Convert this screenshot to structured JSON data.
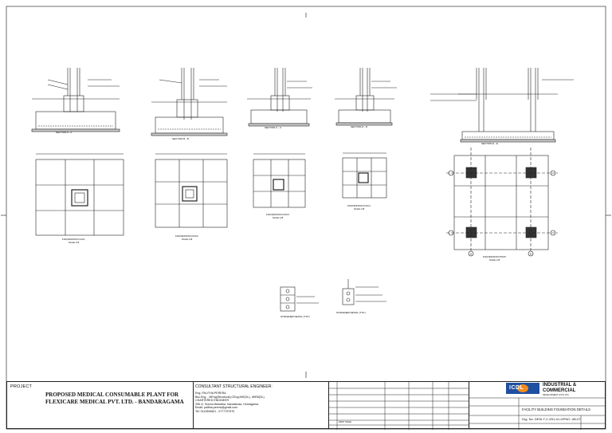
{
  "drawing": {
    "sections": [
      {
        "label": "SECTION A - A"
      },
      {
        "label": "SECTION B - B"
      },
      {
        "label": "SECTION C - C"
      },
      {
        "label": "SECTION D - D"
      },
      {
        "label": "SECTION E - E"
      }
    ],
    "plans": [
      {
        "label": "FOUNDATION F1/C1",
        "scale": "SCALE 1:25"
      },
      {
        "label": "FOUNDATION F2/C2",
        "scale": "SCALE 1:25"
      },
      {
        "label": "FOUNDATION F3/C3",
        "scale": "SCALE 1:25"
      },
      {
        "label": "FOUNDATION F4/C4",
        "scale": "SCALE 1:25"
      },
      {
        "label": "FOUNDATION F5/C5",
        "scale": "SCALE 1:25"
      }
    ],
    "details": [
      {
        "label": "STIFFENER DETAIL (TYP.)"
      },
      {
        "label": "STIFFENER DETAIL (TYP.)"
      }
    ]
  },
  "title_block": {
    "project_label": "PROJECT",
    "project_name_line1": "PROPOSED MEDICAL CONSUMABLE PLANT FOR",
    "project_name_line2": "FLEXICARE MEDICAL PVT. LTD. - BANDARAGAMA",
    "consultant_title": "CONSULTANT STRUCTURAL ENGINEER:",
    "consultant_lines": [
      "Eng. PALITHA PERERA",
      "Bsc.Eng. , MEng(Structural),CEng,MIE(SL), IWEB(SL)",
      "CHARTERED ENGINEER",
      "206 /2, Sunna Mawatha, Kandakuda, Homagama.",
      "Email: palitha.perera@gmail.com",
      "Tel: 0112894821 , 0777797570"
    ],
    "revision_row": "FIRST ISSUE",
    "company_name_line1": "INDUSTRIAL &",
    "company_name_line2": "COMMERCIAL",
    "company_sub": "DEVELOPMENT (PVT) LTD.",
    "logo_text": "ICDL",
    "drawing_title": "FACILITY BUILDING FOUNDATION DETAILS",
    "drawing_no": "Drg. No. DESI-T-2 /291-01-0/PNO -0B-07"
  },
  "colors": {
    "line": "#222222",
    "logo_blue": "#1f4fa0",
    "logo_orange": "#f28c1e"
  }
}
